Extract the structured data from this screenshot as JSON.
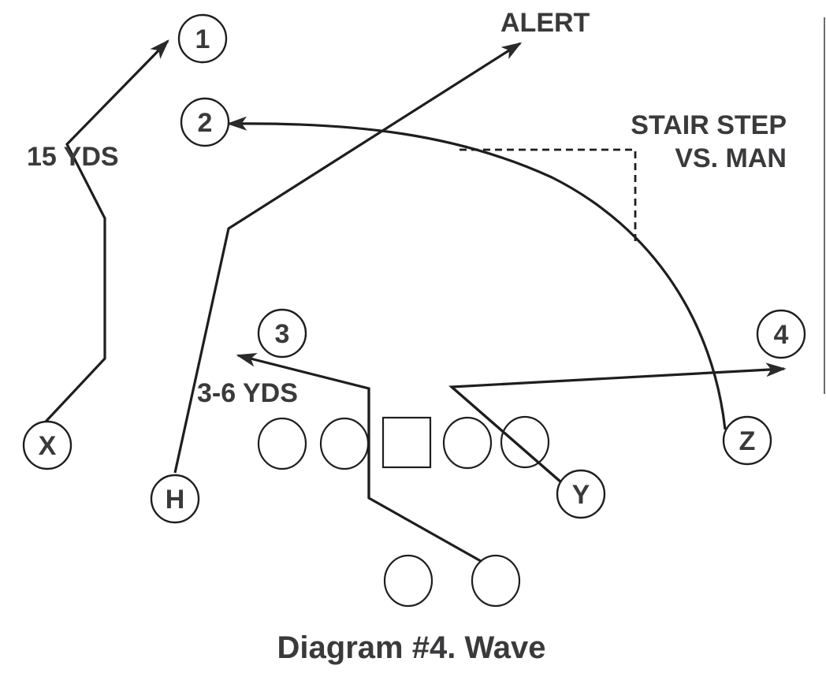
{
  "caption": "Diagram #4. Wave",
  "players": {
    "X": "X",
    "H": "H",
    "Y": "Y",
    "Z": "Z"
  },
  "read_numbers": {
    "one": "1",
    "two": "2",
    "three": "3",
    "four": "4"
  },
  "annotations": {
    "x_depth": "15 YDS",
    "alert": "ALERT",
    "stair_step_line1": "STAIR STEP",
    "stair_step_line2": "VS. MAN",
    "flat_depth": "3-6 YDS"
  },
  "formation": {
    "linemen_count": 5,
    "center_shape": "square",
    "backfield_count": 2
  },
  "colors": {
    "ink": "#1e1e1e",
    "text": "#3a3a3c",
    "background": "#ffffff"
  }
}
